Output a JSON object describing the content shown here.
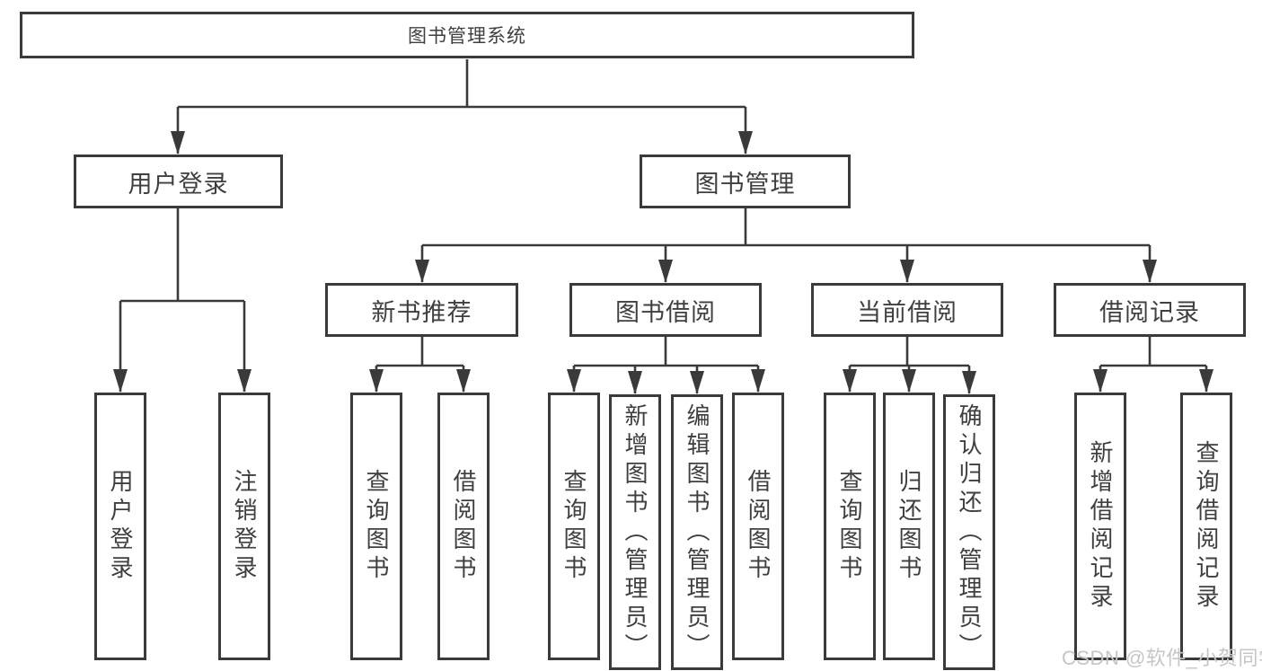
{
  "colors": {
    "line": "#3a3a3a",
    "text": "#3f3f3f",
    "box_background": "#ffffff",
    "watermark_text": "#c6c6c6"
  },
  "tree": {
    "label": "图书管理系统",
    "children": [
      {
        "label": "用户登录",
        "children": [
          {
            "label": "用户登录"
          },
          {
            "label": "注销登录"
          }
        ]
      },
      {
        "label": "图书管理",
        "children": [
          {
            "label": "新书推荐",
            "children": [
              {
                "label": "查询图书"
              },
              {
                "label": "借阅图书"
              }
            ]
          },
          {
            "label": "图书借阅",
            "children": [
              {
                "label": "查询图书"
              },
              {
                "label": "新增图书（管理员）"
              },
              {
                "label": "编辑图书（管理员）"
              },
              {
                "label": "借阅图书"
              }
            ]
          },
          {
            "label": "当前借阅",
            "children": [
              {
                "label": "查询图书"
              },
              {
                "label": "归还图书"
              },
              {
                "label": "确认归还（管理员）"
              }
            ]
          },
          {
            "label": "借阅记录",
            "children": [
              {
                "label": "新增借阅记录"
              },
              {
                "label": "查询借阅记录"
              }
            ]
          }
        ]
      }
    ]
  },
  "watermark": {
    "text": "CSDN @软件_小贺同学"
  }
}
